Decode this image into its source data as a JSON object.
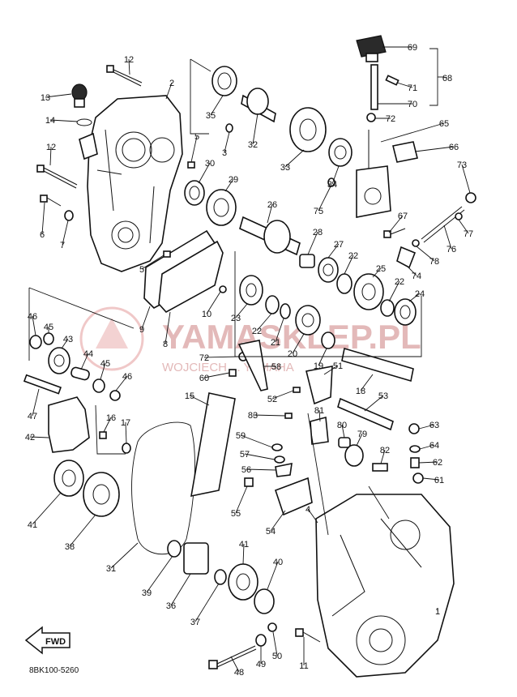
{
  "diagram_code": "8BK100-5260",
  "direction_badge": "FWD",
  "watermark": {
    "main": "YAMASKLEP.PL",
    "sub": "WOJCIECH ... YAMAHA"
  },
  "callouts": [
    {
      "id": "c12a",
      "text": "12"
    },
    {
      "id": "c2",
      "text": "2"
    },
    {
      "id": "c13",
      "text": "13"
    },
    {
      "id": "c14",
      "text": "14"
    },
    {
      "id": "c12b",
      "text": "12"
    },
    {
      "id": "c6",
      "text": "6"
    },
    {
      "id": "c7",
      "text": "7"
    },
    {
      "id": "c35",
      "text": "35"
    },
    {
      "id": "c5a",
      "text": "5"
    },
    {
      "id": "c3",
      "text": "3"
    },
    {
      "id": "c30",
      "text": "30"
    },
    {
      "id": "c29",
      "text": "29"
    },
    {
      "id": "c32",
      "text": "32"
    },
    {
      "id": "c33",
      "text": "33"
    },
    {
      "id": "c34",
      "text": "34"
    },
    {
      "id": "c75",
      "text": "75"
    },
    {
      "id": "c69",
      "text": "69"
    },
    {
      "id": "c71",
      "text": "71"
    },
    {
      "id": "c70",
      "text": "70"
    },
    {
      "id": "c68",
      "text": "68"
    },
    {
      "id": "c72a",
      "text": "72"
    },
    {
      "id": "c65",
      "text": "65"
    },
    {
      "id": "c66",
      "text": "66"
    },
    {
      "id": "c73",
      "text": "73"
    },
    {
      "id": "c67",
      "text": "67"
    },
    {
      "id": "c77",
      "text": "77"
    },
    {
      "id": "c76",
      "text": "76"
    },
    {
      "id": "c78",
      "text": "78"
    },
    {
      "id": "c74",
      "text": "74"
    },
    {
      "id": "c26",
      "text": "26"
    },
    {
      "id": "c28",
      "text": "28"
    },
    {
      "id": "c27",
      "text": "27"
    },
    {
      "id": "c22a",
      "text": "22"
    },
    {
      "id": "c25",
      "text": "25"
    },
    {
      "id": "c22b",
      "text": "22"
    },
    {
      "id": "c24",
      "text": "24"
    },
    {
      "id": "c5b",
      "text": "5"
    },
    {
      "id": "c10",
      "text": "10"
    },
    {
      "id": "c9",
      "text": "9"
    },
    {
      "id": "c8",
      "text": "8"
    },
    {
      "id": "c23",
      "text": "23"
    },
    {
      "id": "c22c",
      "text": "22"
    },
    {
      "id": "c21",
      "text": "21"
    },
    {
      "id": "c20",
      "text": "20"
    },
    {
      "id": "c19",
      "text": "19"
    },
    {
      "id": "c51",
      "text": "51"
    },
    {
      "id": "c18",
      "text": "18"
    },
    {
      "id": "c46a",
      "text": "46"
    },
    {
      "id": "c45a",
      "text": "45"
    },
    {
      "id": "c43",
      "text": "43"
    },
    {
      "id": "c44",
      "text": "44"
    },
    {
      "id": "c45b",
      "text": "45"
    },
    {
      "id": "c46b",
      "text": "46"
    },
    {
      "id": "c72b",
      "text": "72"
    },
    {
      "id": "c60",
      "text": "60"
    },
    {
      "id": "c58",
      "text": "58"
    },
    {
      "id": "c52",
      "text": "52"
    },
    {
      "id": "c53",
      "text": "53"
    },
    {
      "id": "c47",
      "text": "47"
    },
    {
      "id": "c16",
      "text": "16"
    },
    {
      "id": "c17",
      "text": "17"
    },
    {
      "id": "c42",
      "text": "42"
    },
    {
      "id": "c15",
      "text": "15"
    },
    {
      "id": "c83",
      "text": "83"
    },
    {
      "id": "c81",
      "text": "81"
    },
    {
      "id": "c80",
      "text": "80"
    },
    {
      "id": "c79",
      "text": "79"
    },
    {
      "id": "c63",
      "text": "63"
    },
    {
      "id": "c64",
      "text": "64"
    },
    {
      "id": "c62",
      "text": "62"
    },
    {
      "id": "c61",
      "text": "61"
    },
    {
      "id": "c82",
      "text": "82"
    },
    {
      "id": "c59",
      "text": "59"
    },
    {
      "id": "c57",
      "text": "57"
    },
    {
      "id": "c56",
      "text": "56"
    },
    {
      "id": "c55",
      "text": "55"
    },
    {
      "id": "c54",
      "text": "54"
    },
    {
      "id": "c4",
      "text": "4"
    },
    {
      "id": "c41a",
      "text": "41"
    },
    {
      "id": "c38",
      "text": "38"
    },
    {
      "id": "c31",
      "text": "31"
    },
    {
      "id": "c39",
      "text": "39"
    },
    {
      "id": "c36",
      "text": "36"
    },
    {
      "id": "c41b",
      "text": "41"
    },
    {
      "id": "c40",
      "text": "40"
    },
    {
      "id": "c37",
      "text": "37"
    },
    {
      "id": "c1",
      "text": "1"
    },
    {
      "id": "c48",
      "text": "48"
    },
    {
      "id": "c49",
      "text": "49"
    },
    {
      "id": "c50",
      "text": "50"
    },
    {
      "id": "c11",
      "text": "11"
    }
  ]
}
